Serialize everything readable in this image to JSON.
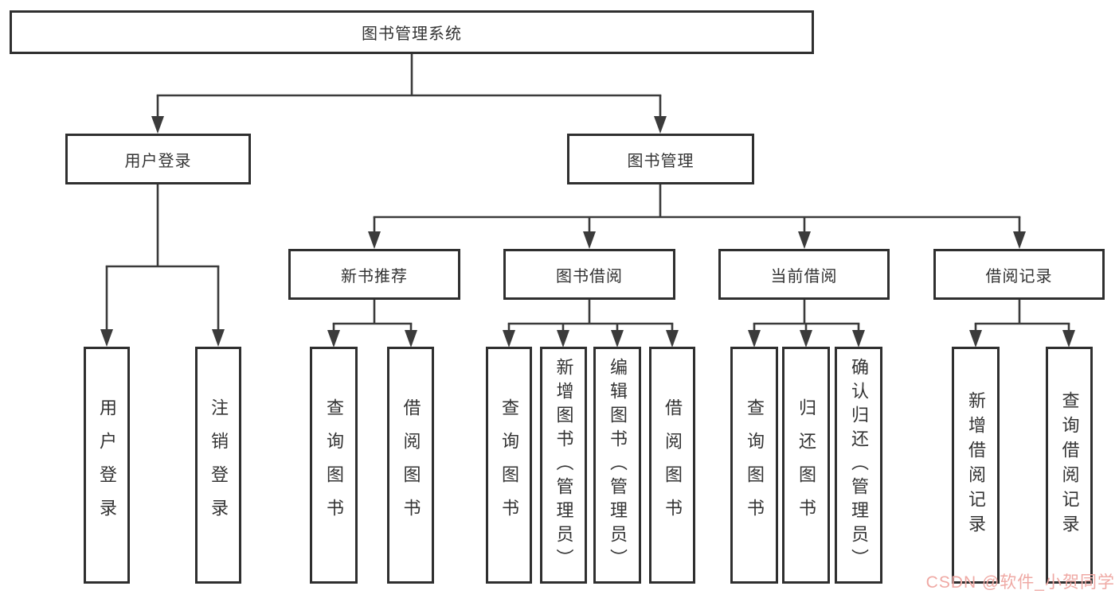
{
  "root": {
    "label": "图书管理系统"
  },
  "branches": {
    "user_login": {
      "label": "用户登录",
      "children": [
        {
          "label": "用户登录"
        },
        {
          "label": "注销登录"
        }
      ]
    },
    "book_mgmt": {
      "label": "图书管理",
      "children": [
        {
          "label": "新书推荐",
          "children": [
            {
              "label": "查询图书"
            },
            {
              "label": "借阅图书"
            }
          ]
        },
        {
          "label": "图书借阅",
          "children": [
            {
              "label": "查询图书"
            },
            {
              "label": "新增图书（管理员）"
            },
            {
              "label": "编辑图书（管理员）"
            },
            {
              "label": "借阅图书"
            }
          ]
        },
        {
          "label": "当前借阅",
          "children": [
            {
              "label": "查询图书"
            },
            {
              "label": "归还图书"
            },
            {
              "label": "确认归还（管理员）"
            }
          ]
        },
        {
          "label": "借阅记录",
          "children": [
            {
              "label": "新增借阅记录"
            },
            {
              "label": "查询借阅记录"
            }
          ]
        }
      ]
    }
  },
  "watermark": {
    "text": "CSDN @软件_小贺同学"
  },
  "colors": {
    "line": "#3b3b3b",
    "border": "#2f2f2f",
    "text": "#333333",
    "watermark": "#efa9a4"
  }
}
